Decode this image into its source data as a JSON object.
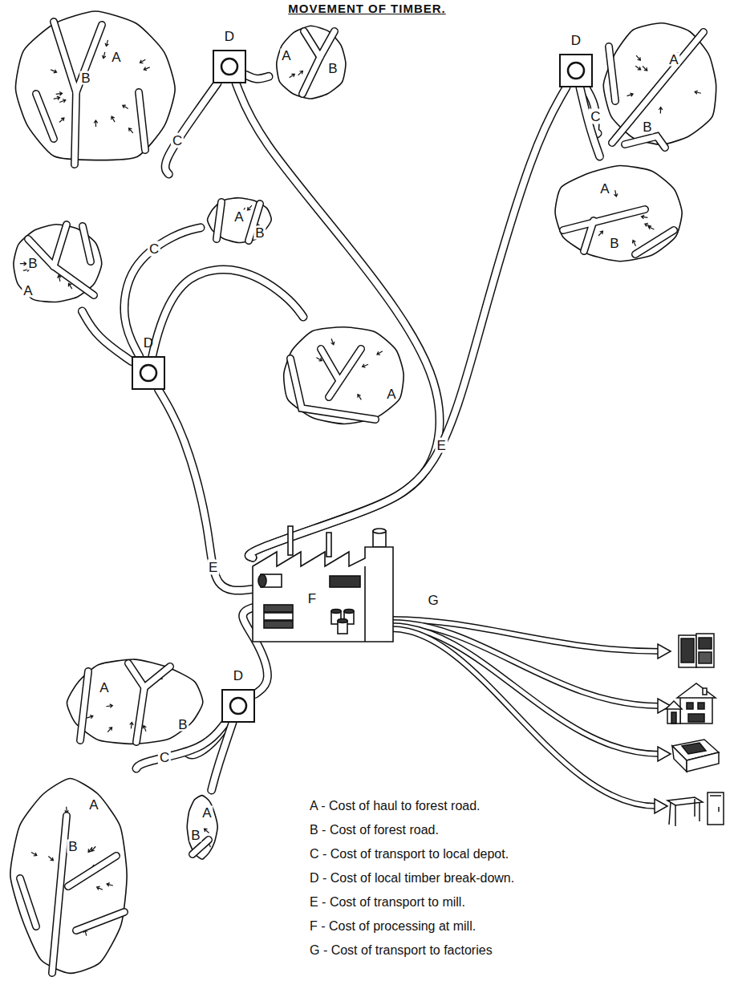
{
  "diagram": {
    "title": "MOVEMENT OF TIMBER.",
    "nodes": [
      {
        "text": [
          "B",
          "A"
        ]
      },
      {
        "text": [
          "D"
        ]
      },
      {
        "text": [
          "A",
          "B"
        ]
      },
      {
        "text": [
          "A",
          "B"
        ]
      },
      {
        "text": [
          "D"
        ]
      },
      {
        "text": [
          "A",
          "B"
        ]
      },
      {
        "text": [
          "B",
          "A"
        ]
      },
      {
        "text": [
          "A",
          "B"
        ]
      },
      {
        "text": [
          "D"
        ]
      },
      {
        "text": [
          "A"
        ]
      },
      {
        "text": [
          "F"
        ]
      },
      {
        "text": [
          "A",
          "B"
        ]
      },
      {
        "text": [
          "D"
        ]
      },
      {
        "text": [
          "A",
          "B"
        ]
      },
      {
        "text": [
          "A",
          "B"
        ]
      }
    ],
    "edges": [
      {
        "from": 0,
        "to": 1,
        "arrow": "none",
        "label": "C"
      },
      {
        "from": 2,
        "to": 1,
        "arrow": "none"
      },
      {
        "from": 3,
        "to": 4,
        "arrow": "none",
        "label": "C"
      },
      {
        "from": 7,
        "to": 4,
        "arrow": "none"
      },
      {
        "from": 6,
        "to": 8,
        "arrow": "none"
      },
      {
        "from": 5,
        "to": 8,
        "arrow": "none",
        "label": "C"
      },
      {
        "from": 9,
        "to": 8,
        "arrow": "none"
      },
      {
        "from": 1,
        "to": 10,
        "arrow": "none"
      },
      {
        "from": 4,
        "to": 10,
        "arrow": "none",
        "label": "E"
      },
      {
        "from": 8,
        "to": 10,
        "arrow": "none",
        "label": "E"
      },
      {
        "from": 12,
        "to": 10,
        "arrow": "none"
      },
      {
        "from": 11,
        "to": 12,
        "arrow": "none"
      },
      {
        "from": 14,
        "to": 12,
        "arrow": "none",
        "label": "C"
      },
      {
        "from": 13,
        "to": 12,
        "arrow": "none"
      }
    ],
    "labels": [
      "G"
    ],
    "legend": [
      {
        "text": "A - Cost of haul to forest road."
      },
      {
        "text": "B - Cost of forest road."
      },
      {
        "text": "C - Cost of transport to local depot."
      },
      {
        "text": "D - Cost of local timber break-down."
      },
      {
        "text": "E - Cost of transport to mill."
      },
      {
        "text": "F - Cost of processing at mill."
      },
      {
        "text": "G - Cost of transport to factories"
      }
    ]
  }
}
